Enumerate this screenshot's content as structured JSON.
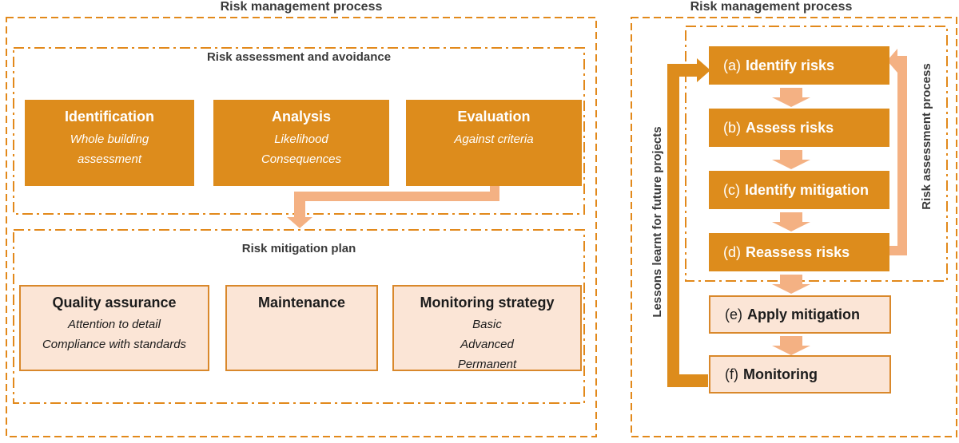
{
  "left_panel": {
    "title": "Risk management process",
    "assessment_section": {
      "title": "Risk assessment and avoidance",
      "boxes": [
        {
          "heading": "Identification",
          "lines": [
            "Whole building",
            "assessment"
          ]
        },
        {
          "heading": "Analysis",
          "lines": [
            "Likelihood",
            "Consequences"
          ]
        },
        {
          "heading": "Evaluation",
          "lines": [
            "Against criteria"
          ]
        }
      ]
    },
    "mitigation_section": {
      "title": "Risk mitigation plan",
      "boxes": [
        {
          "heading": "Quality assurance",
          "lines": [
            "Attention to detail",
            "Compliance with standards"
          ]
        },
        {
          "heading": "Maintenance",
          "lines": []
        },
        {
          "heading": "Monitoring strategy",
          "lines": [
            "Basic",
            "Advanced",
            "Permanent"
          ]
        }
      ]
    }
  },
  "right_panel": {
    "title": "Risk management process",
    "left_axis_label": "Lessons learnt for future projects",
    "right_axis_label": "Risk assessment process",
    "steps": [
      {
        "prefix": "(a)",
        "label": "Identify risks",
        "style": "dark"
      },
      {
        "prefix": "(b)",
        "label": "Assess risks",
        "style": "dark"
      },
      {
        "prefix": "(c)",
        "label": "Identify mitigation",
        "style": "dark"
      },
      {
        "prefix": "(d)",
        "label": "Reassess risks",
        "style": "dark"
      },
      {
        "prefix": "(e)",
        "label": "Apply mitigation",
        "style": "light"
      },
      {
        "prefix": "(f)",
        "label": "Monitoring",
        "style": "light"
      }
    ]
  },
  "colors": {
    "dark_orange_fill": "#DD8C1C",
    "light_salmon_arrow": "#F4B183",
    "light_box_fill": "#FBE5D6",
    "light_box_border": "#D9882B",
    "dashed_border_orange": "#E2891B",
    "title_gray": "#3A3A3A",
    "box_text_dark": "#1C1C1C",
    "box_text_white": "#FFFFFF"
  }
}
